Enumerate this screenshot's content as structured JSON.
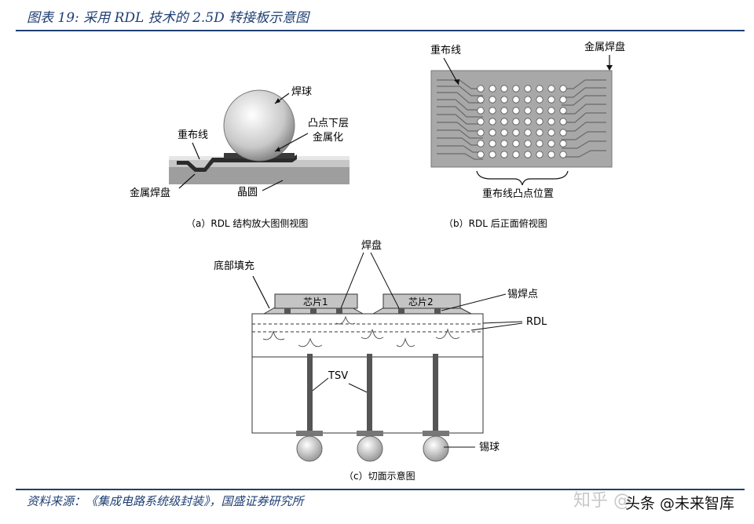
{
  "header": {
    "title": "图表 19:  采用 RDL 技术的 2.5D 转接板示意图"
  },
  "panel_a": {
    "label_solder_ball": "焊球",
    "label_rdl": "重布线",
    "label_ubm_line1": "凸点下层",
    "label_ubm_line2": "金属化",
    "label_metal_pad": "金属焊盘",
    "label_wafer": "晶圆",
    "caption": "（a）RDL 结构放大图侧视图"
  },
  "panel_b": {
    "label_rdl": "重布线",
    "label_metal_pad": "金属焊盘",
    "label_bump_pos": "重布线凸点位置",
    "caption": "（b）RDL 后正面俯视图"
  },
  "panel_c": {
    "label_underfill": "底部填充",
    "label_pad": "焊盘",
    "label_chip1": "芯片1",
    "label_chip2": "芯片2",
    "label_solder_joint": "锡焊点",
    "label_rdl": "RDL",
    "label_tsv": "TSV",
    "label_solder_ball": "锡球",
    "caption": "（c）切面示意图"
  },
  "footer": {
    "source": "资料来源：《集成电路系统级封装》，国盛证券研究所",
    "watermark_light": "知乎 @",
    "watermark_dark": "头条 @未来智库"
  }
}
